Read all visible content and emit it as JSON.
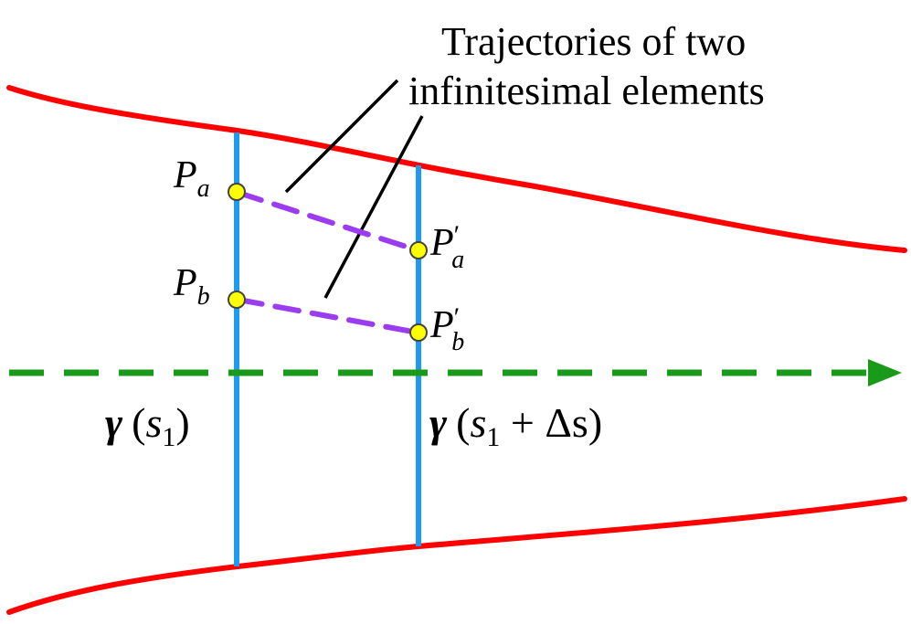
{
  "caption": {
    "line1": "Trajectories of two",
    "line2": "infinitesimal elements"
  },
  "points": {
    "pa": {
      "main": "P",
      "sub": "a",
      "prime": ""
    },
    "pb": {
      "main": "P",
      "sub": "b",
      "prime": ""
    },
    "pa_prime": {
      "main": "P",
      "sub": "a",
      "prime": "′"
    },
    "pb_prime": {
      "main": "P",
      "sub": "b",
      "prime": "′"
    }
  },
  "sections": {
    "left": {
      "gamma": "γ",
      "open": "(",
      "s": "s",
      "sub": "1",
      "rest": "",
      "close": ")"
    },
    "right": {
      "gamma": "γ",
      "open": "(",
      "s": "s",
      "sub": "1",
      "rest": " + Δs",
      "close": ")"
    }
  },
  "colors": {
    "wall": "#ff0000",
    "section": "#1e9bef",
    "trajectory": "#9b3cf0",
    "axis": "#1a9a1a",
    "point_fill": "#ffff00",
    "point_stroke": "#444444",
    "leader": "#000000"
  }
}
